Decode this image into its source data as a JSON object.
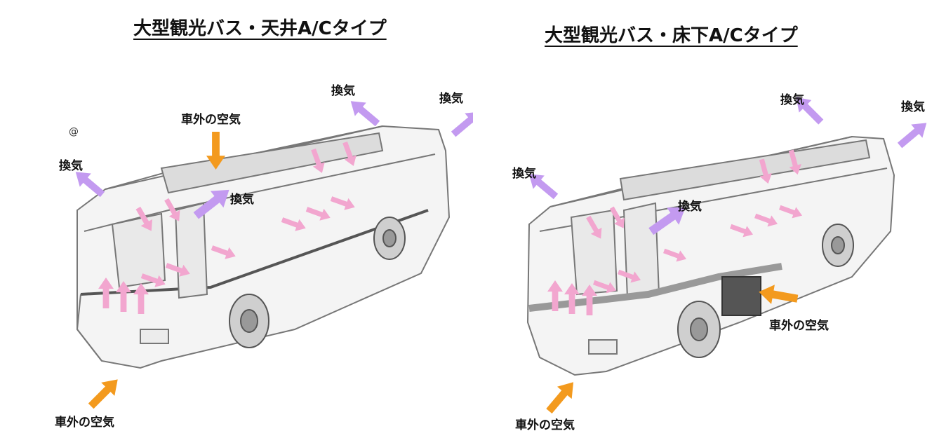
{
  "colors": {
    "fresh_air_arrow": "#f39a1e",
    "exhaust_arrow": "#c39af0",
    "airflow_arrow": "#f2a6cf",
    "bus_line": "#777777",
    "bus_shade": "#d9d9d9"
  },
  "icons": {
    "fresh_air": "orange-arrow-icon",
    "exhaust": "purple-arrow-icon",
    "airflow": "pink-arrow-icon"
  },
  "left_panel": {
    "title": "大型観光バス・天井A/Cタイプ",
    "stray_mark": "@",
    "labels": {
      "outside_air_top": "車外の空気",
      "outside_air_bottom": "車外の空気",
      "exhaust_front": "換気",
      "exhaust_mid": "換気",
      "exhaust_rear_top": "換気",
      "exhaust_rear": "換気"
    }
  },
  "right_panel": {
    "title": "大型観光バス・床下A/Cタイプ",
    "labels": {
      "outside_air_side": "車外の空気",
      "outside_air_bottom": "車外の空気",
      "exhaust_front": "換気",
      "exhaust_mid": "換気",
      "exhaust_rear_top": "換気",
      "exhaust_rear": "換気"
    }
  }
}
